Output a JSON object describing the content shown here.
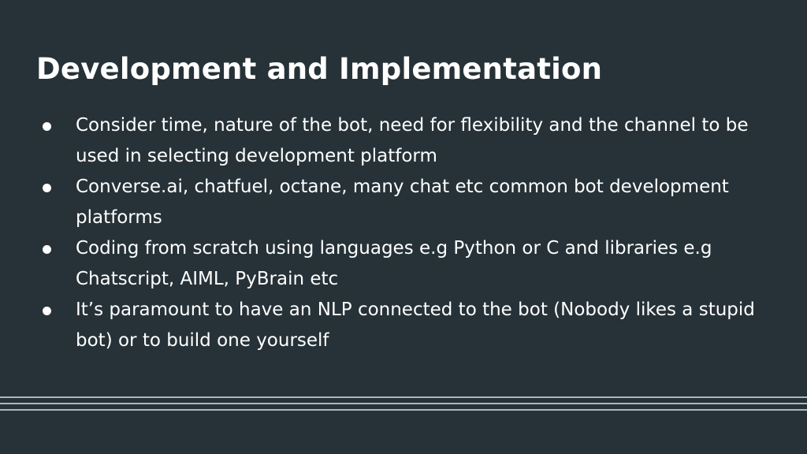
{
  "slide": {
    "title": "Development and Implementation",
    "bullets": [
      {
        "text": "Consider time, nature of the bot, need for flexibility and the channel to be used in selecting development platform"
      },
      {
        "text": "Converse.ai, chatfuel, octane, many chat etc common bot development platforms"
      },
      {
        "text": "Coding from scratch using languages e.g Python or C and libraries e.g Chatscript, AIML, PyBrain etc"
      },
      {
        "text": "It’s paramount to have an NLP connected to the bot (Nobody likes a stupid bot) or to build one yourself"
      }
    ]
  },
  "colors": {
    "background": "#263238",
    "text": "#ffffff",
    "rule_lines": "#a9b8c0"
  }
}
